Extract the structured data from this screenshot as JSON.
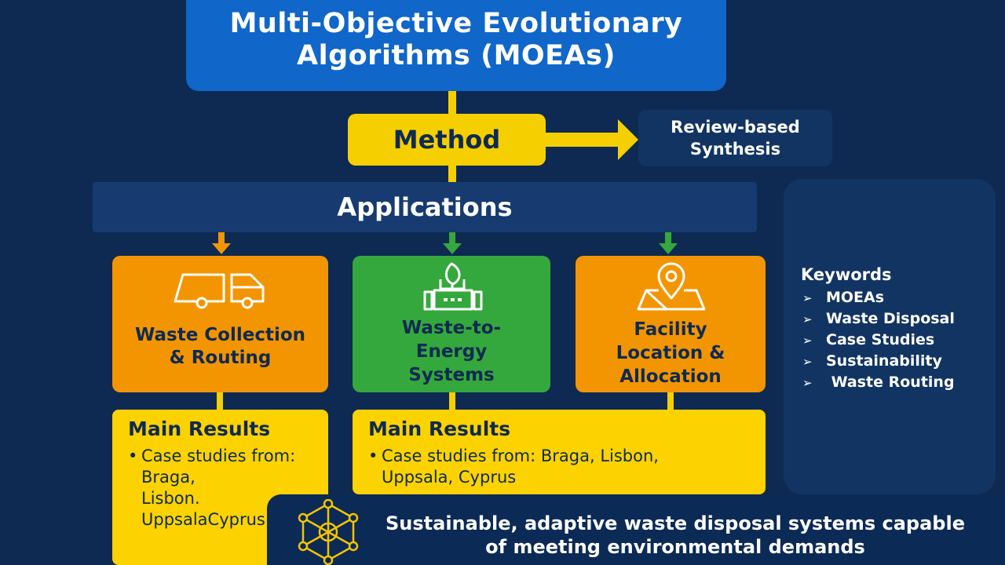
{
  "title": {
    "line1": "Multi-Objective Evolutionary",
    "line2": "Algorithms (MOEAs)"
  },
  "method": {
    "label": "Method",
    "result_line1": "Review-based",
    "result_line2": "Synthesis"
  },
  "applications": {
    "label": "Applications",
    "items": [
      {
        "line1": "Waste Collection",
        "line2": "& Routing",
        "icon": "truck-icon",
        "color": "#f39500"
      },
      {
        "line1": "Waste-to-",
        "line2": "Energy",
        "line3": "Systems",
        "icon": "energy-plant-icon",
        "color": "#34a83c"
      },
      {
        "line1": "Facility",
        "line2": "Location &",
        "line3": "Allocation",
        "icon": "map-pin-icon",
        "color": "#f39500"
      }
    ]
  },
  "results": [
    {
      "title": "Main Results",
      "bullet_line1": "Case studies from:",
      "bullet_line2": "Braga,",
      "bullet_line3": "Lisbon.",
      "bullet_line4": "UppsalaCyprus"
    },
    {
      "title": "Main Results",
      "bullet_line1": "Case studies from: Braga, Lisbon,",
      "bullet_line2": "Uppsala, Cyprus"
    }
  ],
  "keywords": {
    "title": "Keywords",
    "items": [
      "MOEAs",
      "Waste Disposal",
      "Case Studies",
      "Sustainability",
      " Waste Routing"
    ]
  },
  "footer": {
    "icon": "network-cube-icon",
    "line1": "Sustainable, adaptive waste disposal systems capable",
    "line2": "of meeting environmental demands"
  },
  "colors": {
    "background": "#0e2a52",
    "title": "#1066c9",
    "yellow": "#f5cf00",
    "orange": "#f39500",
    "green": "#34a83c"
  }
}
